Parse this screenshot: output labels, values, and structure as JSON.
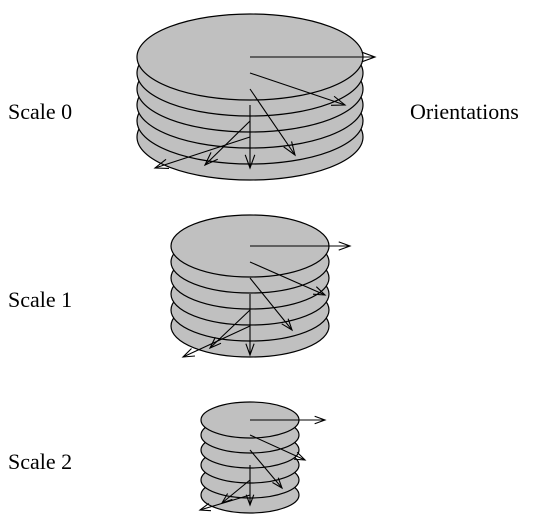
{
  "labels": {
    "scale0": "Scale 0",
    "scale1": "Scale 1",
    "scale2": "Scale 2",
    "orientations": "Orientations"
  },
  "colors": {
    "disk_fill": "#c0c0c0",
    "stroke": "#000000",
    "background": "#ffffff"
  },
  "stacks": [
    {
      "label_key": "scale0",
      "disk_count": 6
    },
    {
      "label_key": "scale1",
      "disk_count": 6
    },
    {
      "label_key": "scale2",
      "disk_count": 6
    }
  ]
}
